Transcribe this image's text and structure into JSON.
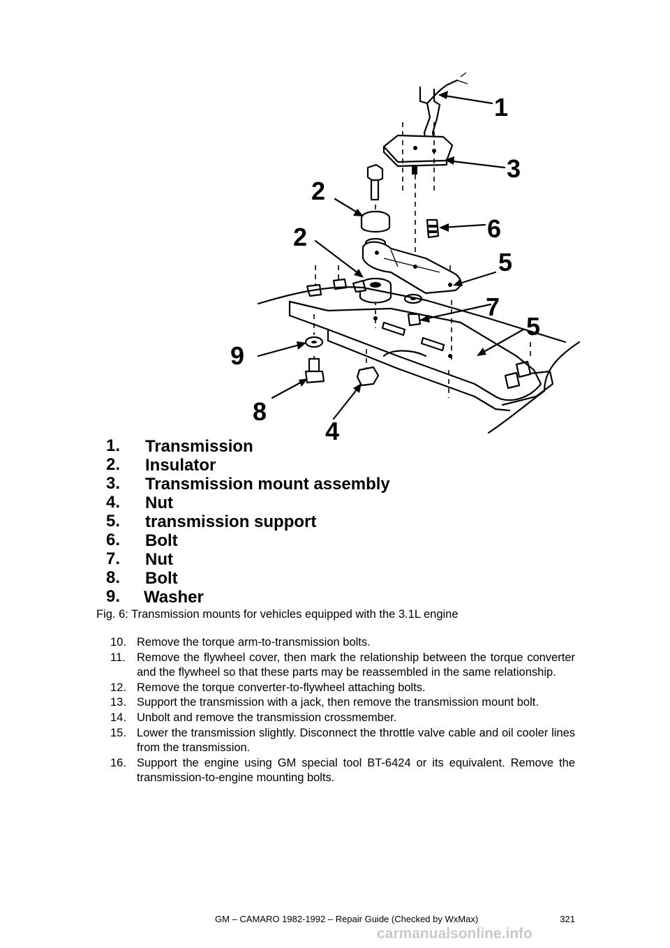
{
  "figure": {
    "callouts": [
      "1",
      "3",
      "2",
      "6",
      "2",
      "5",
      "7",
      "5",
      "9",
      "8",
      "4"
    ],
    "legend": [
      {
        "num": "1.",
        "label": "Transmission"
      },
      {
        "num": "2.",
        "label": "Insulator"
      },
      {
        "num": "3.",
        "label": "Transmission mount assembly"
      },
      {
        "num": "4.",
        "label": "Nut"
      },
      {
        "num": "5.",
        "label": "transmission support"
      },
      {
        "num": "6.",
        "label": "Bolt"
      },
      {
        "num": "7.",
        "label": "Nut"
      },
      {
        "num": "8.",
        "label": "Bolt"
      },
      {
        "num": "9.",
        "label": "Washer"
      }
    ]
  },
  "caption": "Fig. 6: Transmission mounts for vehicles equipped with the 3.1L engine",
  "steps": [
    {
      "num": "10.",
      "text": "Remove the torque arm-to-transmission bolts."
    },
    {
      "num": "11.",
      "text": "Remove the flywheel cover, then mark the relationship between the torque converter and the flywheel so that these parts may be reassembled in the same relationship."
    },
    {
      "num": "12.",
      "text": "Remove the torque converter-to-flywheel attaching bolts."
    },
    {
      "num": "13.",
      "text": "Support the transmission with a jack, then remove the transmission mount bolt."
    },
    {
      "num": "14.",
      "text": "Unbolt and remove the transmission crossmember."
    },
    {
      "num": "15.",
      "text": "Lower the transmission slightly. Disconnect the throttle valve cable and oil cooler lines from the transmission."
    },
    {
      "num": "16.",
      "text": "Support the engine using GM special tool BT-6424 or its equivalent. Remove the transmission-to-engine mounting bolts."
    }
  ],
  "footer": {
    "title": "GM – CAMARO 1982-1992 – Repair Guide (Checked by WxMax)",
    "page": "321"
  },
  "watermark": "carmanualsonline.info"
}
